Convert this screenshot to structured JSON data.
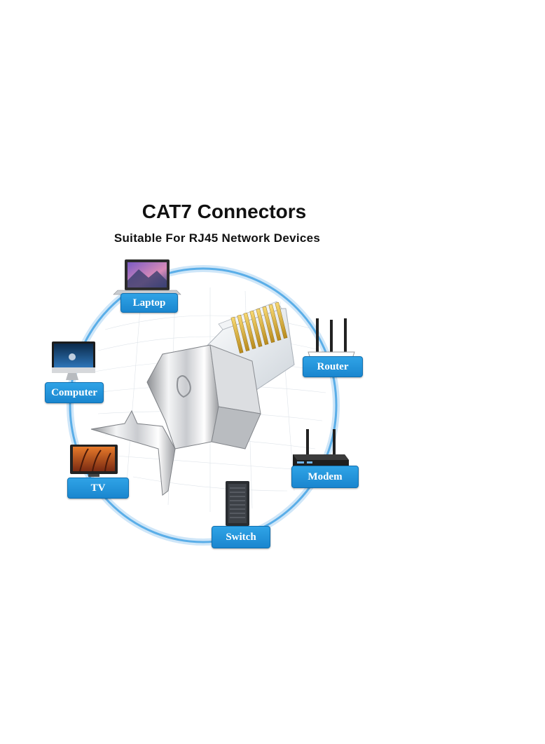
{
  "title": "CAT7 Connectors",
  "subtitle": "Suitable For RJ45 Network Devices",
  "devices": {
    "laptop": "Laptop",
    "router": "Router",
    "computer": "Computer",
    "modem": "Modem",
    "tv": "TV",
    "switch": "Switch"
  },
  "colors": {
    "accent": "#1e90d8",
    "ring": "#5aaee8"
  }
}
